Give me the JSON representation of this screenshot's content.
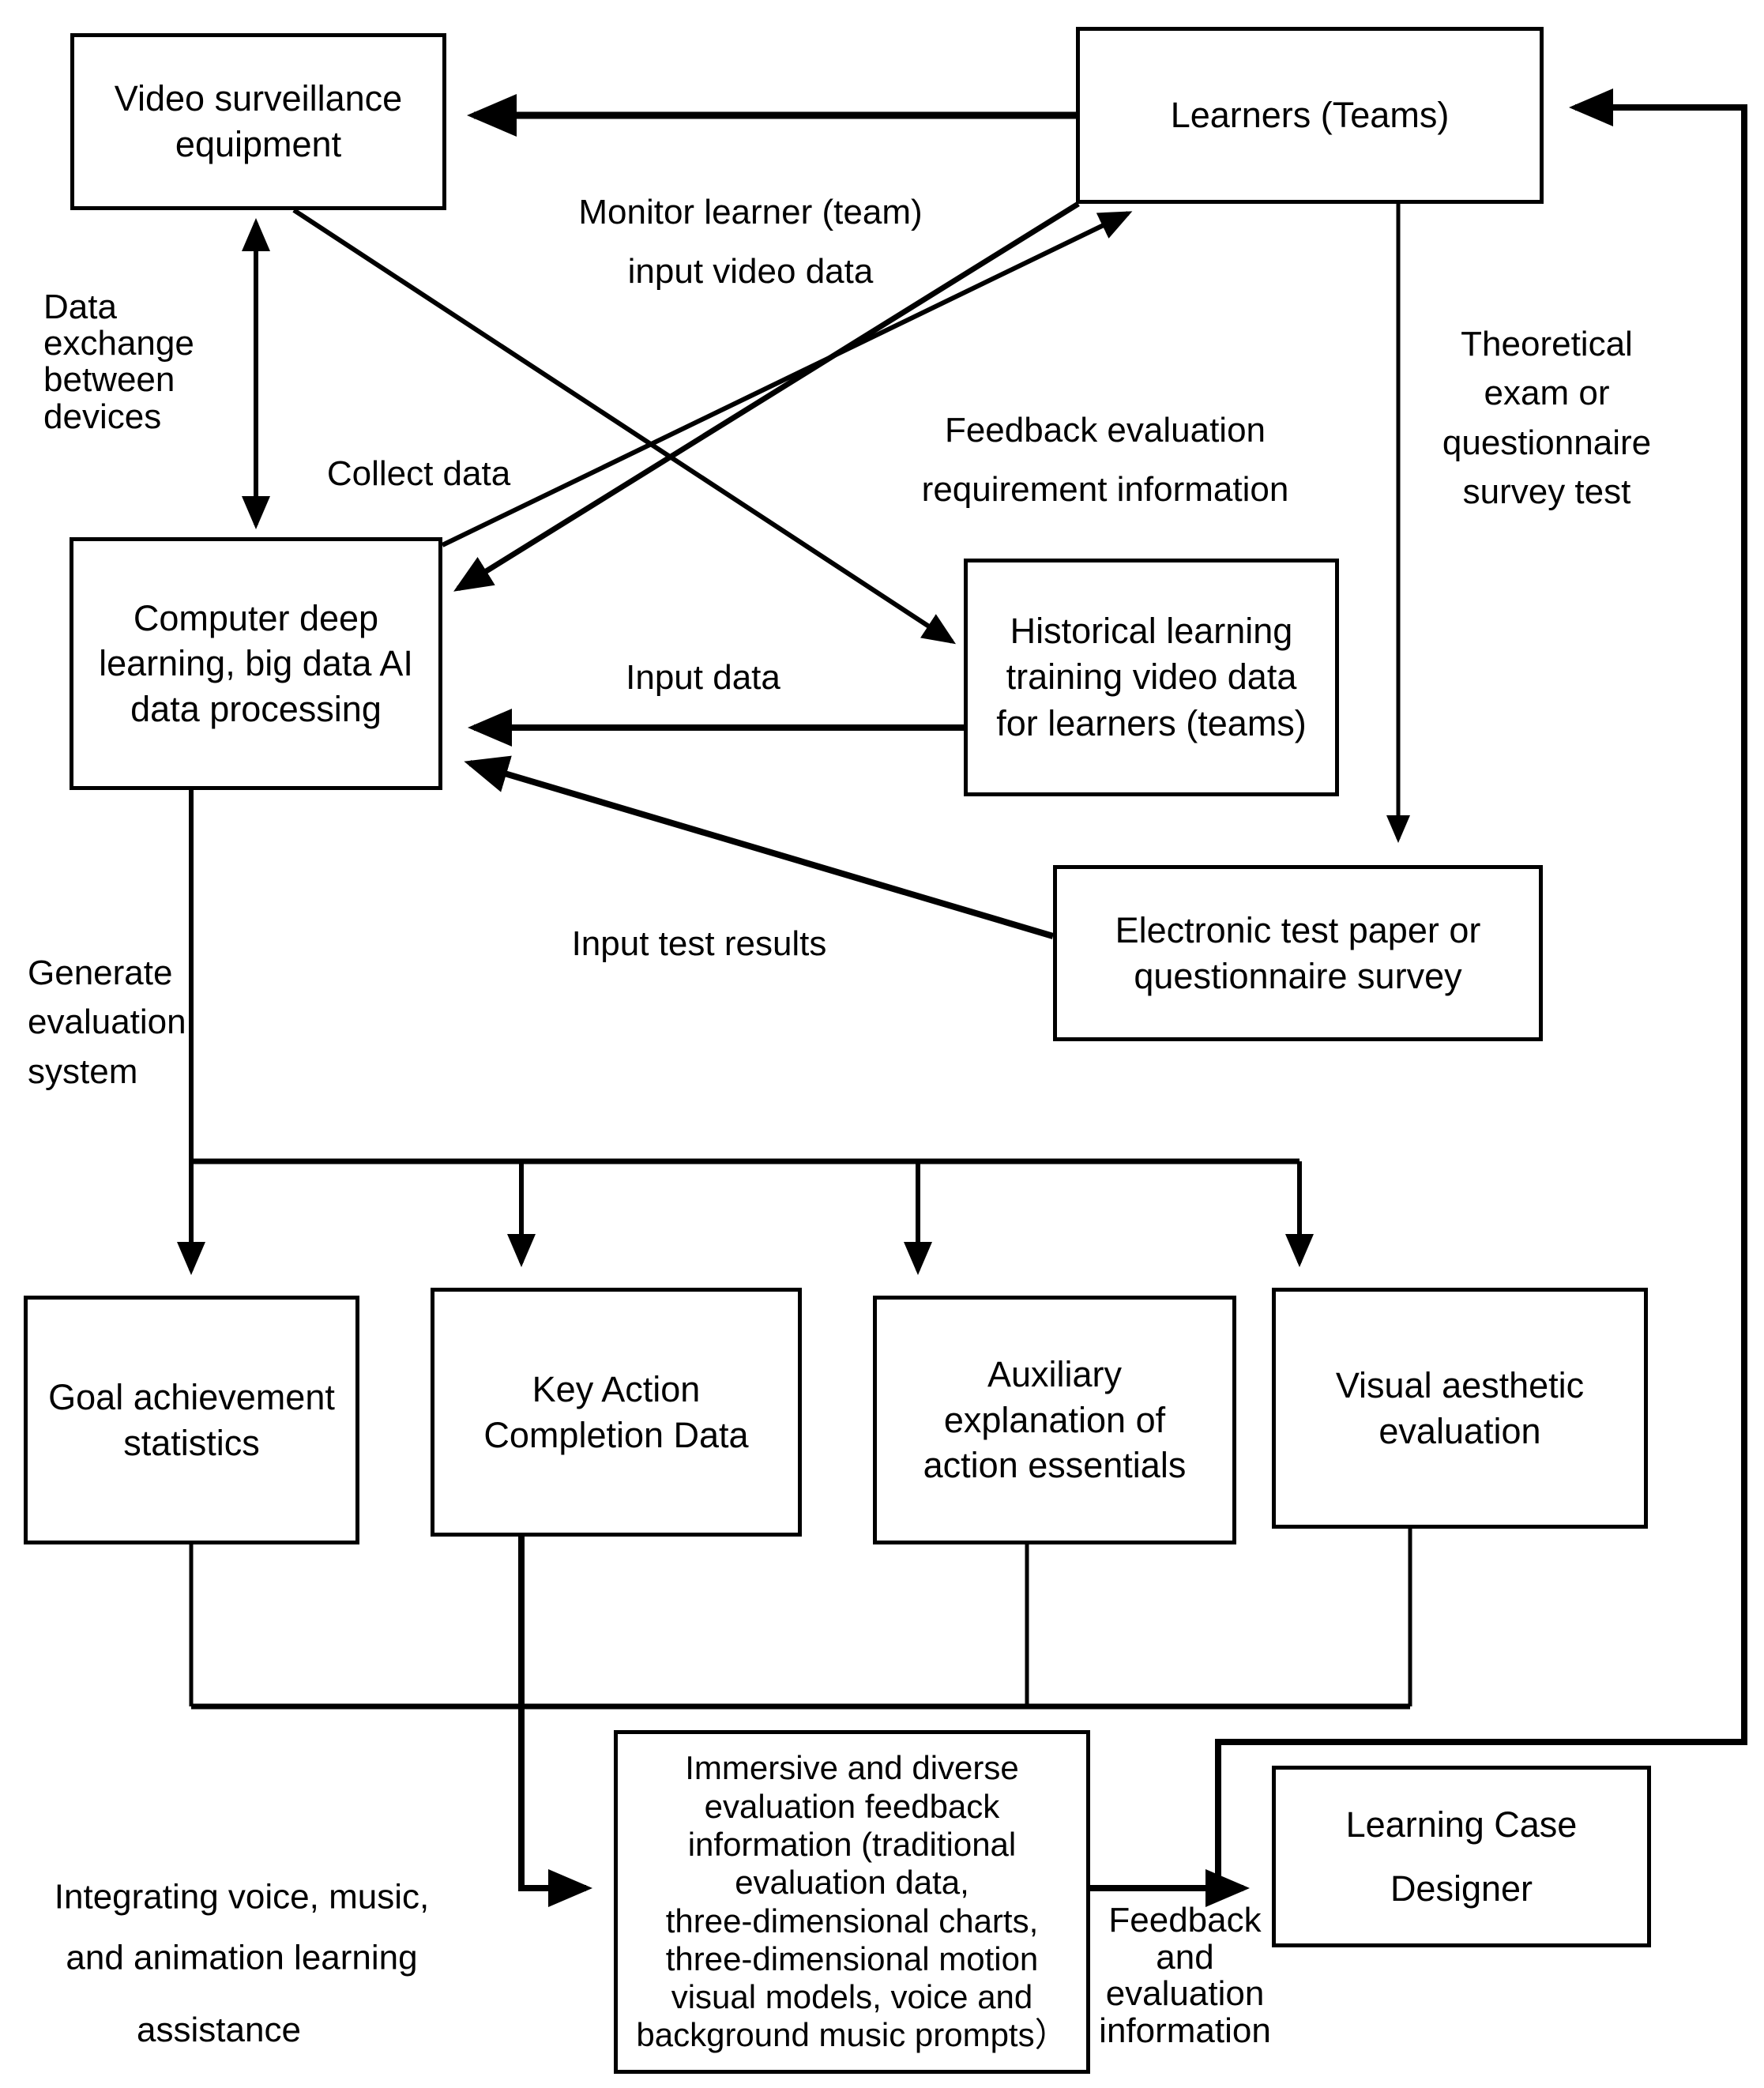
{
  "canvas": {
    "background_color": "#ffffff",
    "line_color": "#000000",
    "text_color": "#000000"
  },
  "boxes": {
    "video": {
      "label": "Video surveillance\nequipment"
    },
    "learners": {
      "label": "Learners (Teams)"
    },
    "computer": {
      "label": "Computer deep\nlearning, big data AI\ndata processing"
    },
    "historical": {
      "label": "Historical learning\ntraining video data\nfor learners (teams)"
    },
    "electronic": {
      "label": "Electronic test paper or\nquestionnaire survey"
    },
    "goal": {
      "label": "Goal achievement\nstatistics"
    },
    "keyaction": {
      "label": "Key Action\nCompletion Data"
    },
    "auxiliary": {
      "label": "Auxiliary\nexplanation of\naction essentials"
    },
    "visual": {
      "label": "Visual aesthetic\nevaluation"
    },
    "immersive": {
      "label": "Immersive and diverse\nevaluation feedback\ninformation (traditional\nevaluation data,\nthree-dimensional charts,\nthree-dimensional motion\nvisual models, voice and\nbackground music prompts）"
    },
    "designer": {
      "label": "Learning Case\nDesigner"
    }
  },
  "labels": {
    "monitor": "Monitor learner (team)\ninput video data",
    "data_exchange": "Data\nexchange\nbetween\ndevices",
    "collect": "Collect data",
    "feedback_eval": "Feedback evaluation\nrequirement information",
    "theoretical": "Theoretical\nexam or\nquestionnaire\nsurvey test",
    "input_data": "Input data",
    "input_test": "Input test results",
    "generate": "Generate\nevaluation\nsystem",
    "integrating": "Integrating voice, music,\nand animation learning",
    "assistance": "assistance",
    "feedback_info": "Feedback\nand\nevaluation\ninformation"
  }
}
